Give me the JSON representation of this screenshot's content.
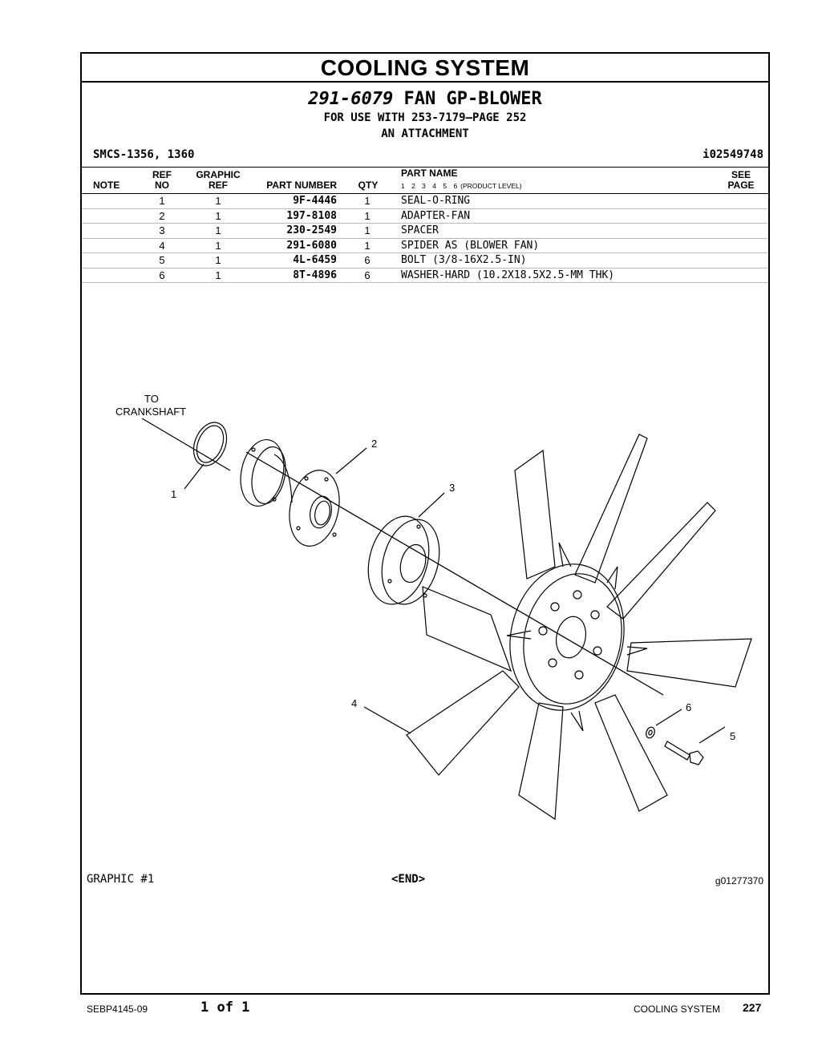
{
  "header": {
    "title": "COOLING SYSTEM",
    "group_number": "291-6079",
    "group_name": "FAN GP-BLOWER",
    "for_use": "FOR USE WITH 253-7179—PAGE 252",
    "attachment": "AN ATTACHMENT",
    "smcs": "SMCS-1356, 1360",
    "ident": "i02549748"
  },
  "table": {
    "col_note": "NOTE",
    "col_ref_top": "REF",
    "col_ref_bottom": "NO",
    "col_graphic_top": "GRAPHIC",
    "col_graphic_bottom": "REF",
    "col_part_number": "PART NUMBER",
    "col_qty": "QTY",
    "col_part_name": "PART NAME",
    "product_levels": "1 2 3 4 5 6",
    "product_level_label": "(PRODUCT LEVEL)",
    "col_see_top": "SEE",
    "col_see_bottom": "PAGE",
    "rows": [
      {
        "ref": "1",
        "graphic": "1",
        "part_number": "9F-4446",
        "qty": "1",
        "name": "SEAL-O-RING"
      },
      {
        "ref": "2",
        "graphic": "1",
        "part_number": "197-8108",
        "qty": "1",
        "name": "ADAPTER-FAN"
      },
      {
        "ref": "3",
        "graphic": "1",
        "part_number": "230-2549",
        "qty": "1",
        "name": "SPACER"
      },
      {
        "ref": "4",
        "graphic": "1",
        "part_number": "291-6080",
        "qty": "1",
        "name": "SPIDER AS (BLOWER FAN)"
      },
      {
        "ref": "5",
        "graphic": "1",
        "part_number": "4L-6459",
        "qty": "6",
        "name": "BOLT (3/8-16X2.5-IN)"
      },
      {
        "ref": "6",
        "graphic": "1",
        "part_number": "8T-4896",
        "qty": "6",
        "name": "WASHER-HARD (10.2X18.5X2.5-MM THK)"
      }
    ]
  },
  "graphic": {
    "to_label": "TO",
    "crankshaft_label": "CRANKSHAFT",
    "callouts": [
      "1",
      "2",
      "3",
      "4",
      "5",
      "6"
    ],
    "graphic_label": "GRAPHIC #1",
    "end_label": "<END>",
    "graphic_id": "g01277370"
  },
  "footer": {
    "doc_number": "SEBP4145-09",
    "page_of": "1 of 1",
    "section": "COOLING SYSTEM",
    "page_number": "227"
  }
}
